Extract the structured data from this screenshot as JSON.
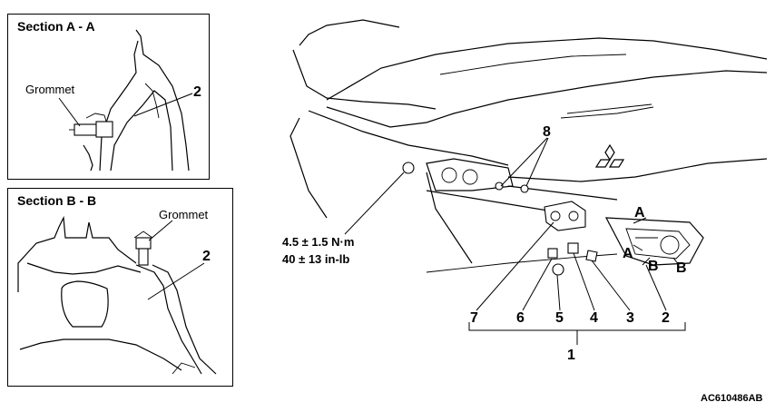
{
  "section_aa": {
    "title": "Section A - A",
    "grommet_label": "Grommet",
    "callout": "2"
  },
  "section_bb": {
    "title": "Section B - B",
    "grommet_label": "Grommet",
    "callout": "2"
  },
  "main": {
    "torque_nm": "4.5 ± 1.5 N·m",
    "torque_inlb": "40 ± 13 in-lb",
    "callout_8": "8",
    "section_marks": {
      "a_upper": "A",
      "a_lower": "A",
      "b_left": "B",
      "b_right": "B"
    },
    "part_numbers": [
      "7",
      "6",
      "5",
      "4",
      "3",
      "2"
    ],
    "group_number": "1"
  },
  "figure_code": "AC610486AB"
}
